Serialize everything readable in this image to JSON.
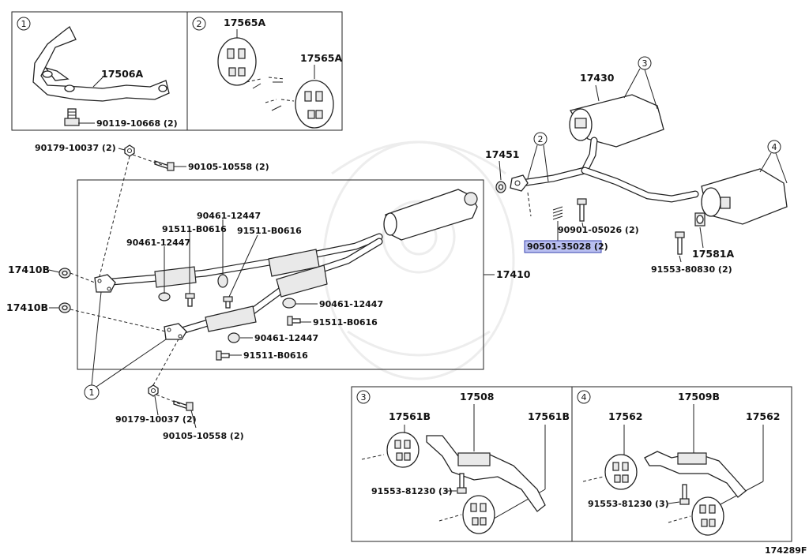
{
  "panels": {
    "p1": {
      "number": "1",
      "label_main": "17506A",
      "label_bolt": "90119-10668 (2)"
    },
    "p2": {
      "number": "2",
      "label_top": "17565A",
      "label_mid": "17565A"
    },
    "p3": {
      "number": "3",
      "label_bracket": "17508",
      "label_left": "17561B",
      "label_right": "17561B",
      "label_bolt": "91553-81230 (3)"
    },
    "p4": {
      "number": "4",
      "label_bracket": "17509B",
      "label_left": "17562",
      "label_right": "17562",
      "label_bolt": "91553-81230 (3)"
    }
  },
  "main": {
    "assembly_label": "17410",
    "gasket_top": "17410B",
    "gasket_bottom": "17410B",
    "nut_top": "90179-10037 (2)",
    "bolt_top": "90105-10558 (2)",
    "nut_bottom": "90179-10037 (2)",
    "bolt_bottom": "90105-10558 (2)",
    "sensor_a": "90461-12447",
    "sensor_b": "90461-12447",
    "sensor_c": "90461-12447",
    "sensor_d": "90461-12447",
    "plug_a": "91511-B0616",
    "plug_b": "91511-B0616",
    "plug_c": "91511-B0616",
    "plug_d": "91511-B0616",
    "callout_1": "1"
  },
  "rear": {
    "muffler_label": "17430",
    "gasket_label": "17451",
    "bolt_a": "90901-05026 (2)",
    "spring_highlighted": "90501-35028 (2)",
    "hanger_label": "17581A",
    "bolt_b": "91553-80830 (2)",
    "callout_2": "2",
    "callout_3": "3",
    "callout_4": "4"
  },
  "figure_code": "174289F",
  "colors": {
    "highlight_fill": "#b9bff0",
    "highlight_stroke": "#3a44b0"
  }
}
